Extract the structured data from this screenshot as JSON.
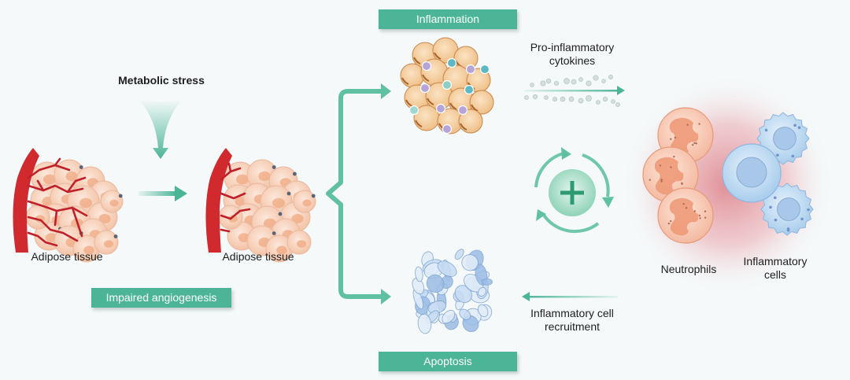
{
  "figure": {
    "topic": "Adipose tissue inflammation pathway",
    "colors": {
      "background": "#f5f9fa",
      "accent_teal": "#4cb597",
      "tag_text": "#ffffff",
      "vessel_red": "#d02a2e",
      "adipocyte_fill": "#f8d2bd",
      "inflamed_glow": "#e7a0a4",
      "immune_cell_blue": "#bcd8f0"
    }
  },
  "left": {
    "stress_label": "Metabolic stress",
    "tissue_before_label": "Adipose tissue",
    "tissue_after_label": "Adipose tissue",
    "angiogenesis_tag": "Impaired angiogenesis"
  },
  "center": {
    "inflammation_tag": "Inflammation",
    "apoptosis_tag": "Apoptosis",
    "cycle_symbol": "+"
  },
  "right": {
    "cytokines_label_line1": "Pro-inflammatory",
    "cytokines_label_line2": "cytokines",
    "recruitment_label_line1": "Inflammatory cell",
    "recruitment_label_line2": "recruitment",
    "neutrophils_label": "Neutrophils",
    "inflammatory_cells_label_line1": "Inflammatory",
    "inflammatory_cells_label_line2": "cells"
  }
}
